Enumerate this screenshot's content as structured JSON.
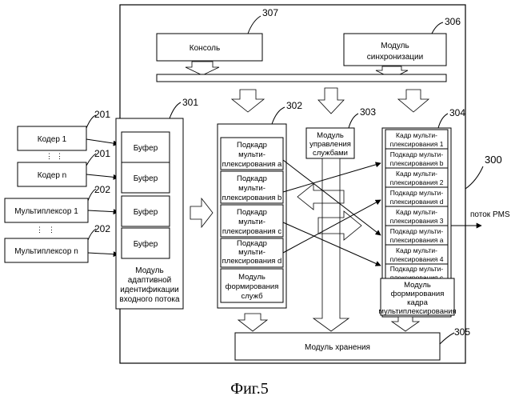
{
  "caption": "Фиг.5",
  "refs": {
    "r300": "300",
    "r301": "301",
    "r302": "302",
    "r303": "303",
    "r304": "304",
    "r305": "305",
    "r306": "306",
    "r307": "307",
    "r201a": "201",
    "r201b": "201",
    "r202a": "202",
    "r202b": "202"
  },
  "console": "Консоль",
  "sync": [
    "Модуль",
    "синхронизации"
  ],
  "inputs": {
    "coder1": "Кодер 1",
    "codern": "Кодер n",
    "mux1": "Мультиплексор 1",
    "muxn": "Мультиплексор n"
  },
  "buffers": [
    "Буфер",
    "Буфер",
    "Буфер",
    "Буфер"
  ],
  "adaptive": [
    "Модуль",
    "адаптивной",
    "идентификации",
    "входного потока"
  ],
  "subframes": [
    [
      "Подкадр",
      "мульти-",
      "плексирования a"
    ],
    [
      "Подкадр",
      "мульти-",
      "плексирования b"
    ],
    [
      "Подкадр",
      "мульти-",
      "плексирования c"
    ],
    [
      "Подкадр",
      "мульти-",
      "плексирования d"
    ]
  ],
  "service_form": [
    "Модуль",
    "формирования",
    "служб"
  ],
  "service_ctrl": [
    "Модуль",
    "управления",
    "службами"
  ],
  "frames": [
    [
      "Кадр мульти-",
      "плексирования 1"
    ],
    [
      "Подкадр мульти-",
      "плексирования b"
    ],
    [
      "Кадр мульти-",
      "плексирования 2"
    ],
    [
      "Подкадр мульти-",
      "плексирования d"
    ],
    [
      "Кадр мульти-",
      "плексирования 3"
    ],
    [
      "Подкадр мульти-",
      "плексирования a"
    ],
    [
      "Кадр мульти-",
      "плексирования 4"
    ],
    [
      "Подкадр мульти-",
      "плексирования c"
    ]
  ],
  "frame_form": [
    "Модуль",
    "формирования",
    "кадра",
    "мультиплексирования"
  ],
  "storage": "Модуль хранения",
  "output": "поток PMS"
}
